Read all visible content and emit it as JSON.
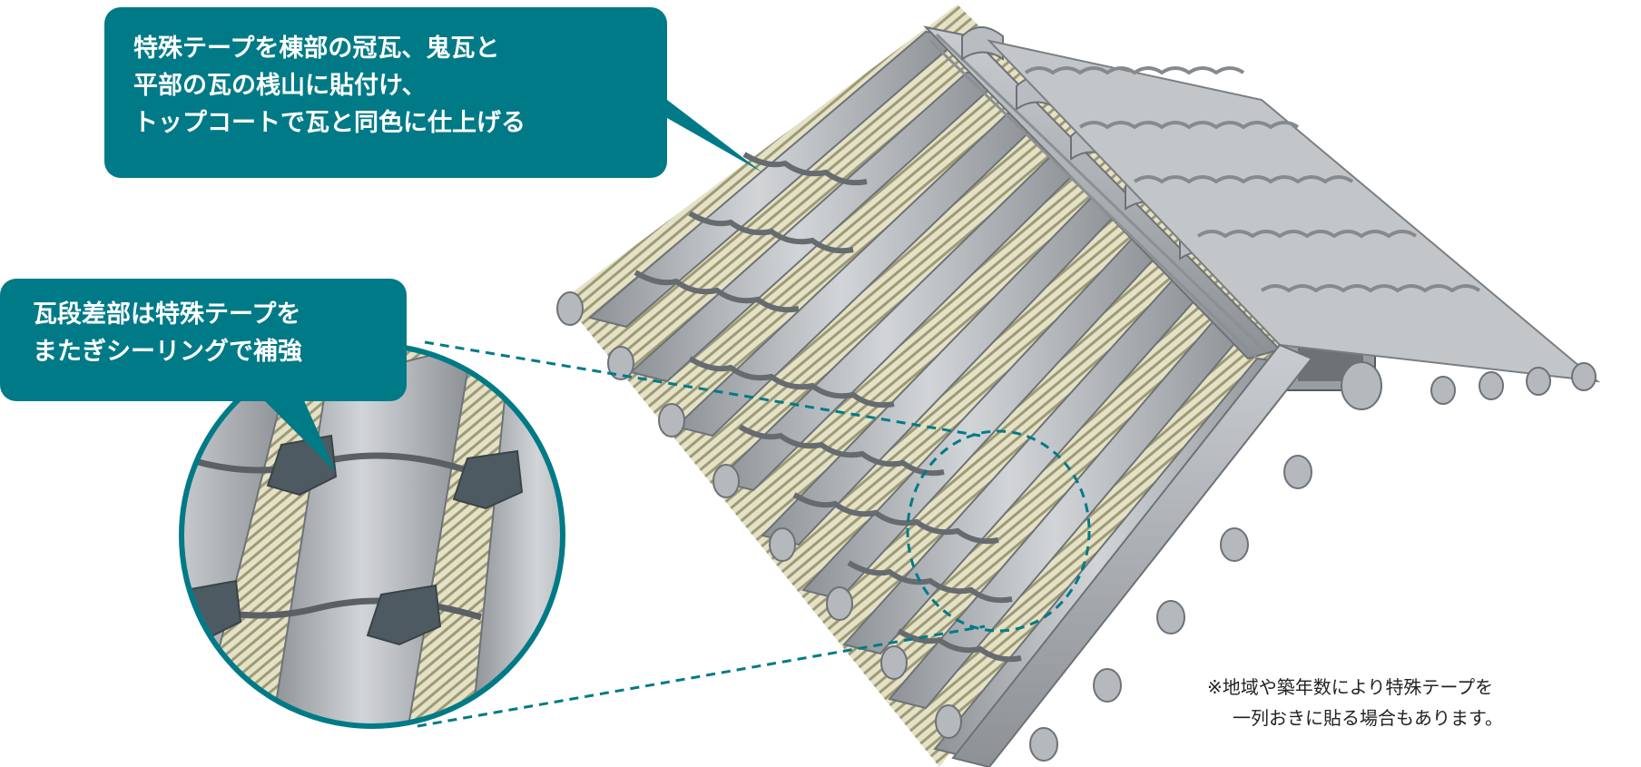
{
  "callouts": {
    "top": {
      "lines": [
        "特殊テープを棟部の冠瓦、鬼瓦と",
        "平部の瓦の桟山に貼付け、",
        "トップコートで瓦と同色に仕上げる"
      ]
    },
    "detail": {
      "lines": [
        "瓦段差部は特殊テープを",
        "またぎシーリングで補強"
      ]
    }
  },
  "footnote": {
    "lines": [
      "※地域や築年数により特殊テープを",
      "一列おきに貼る場合もあります。"
    ]
  },
  "colors": {
    "callout": "#007a87",
    "tile": "#a9adb1",
    "tile_dark": "#6c7176",
    "underlay": "#e2dfc2",
    "underlay_stripe": "#9a9770",
    "sealant": "#4f5b62",
    "guide_line": "#007a87"
  }
}
